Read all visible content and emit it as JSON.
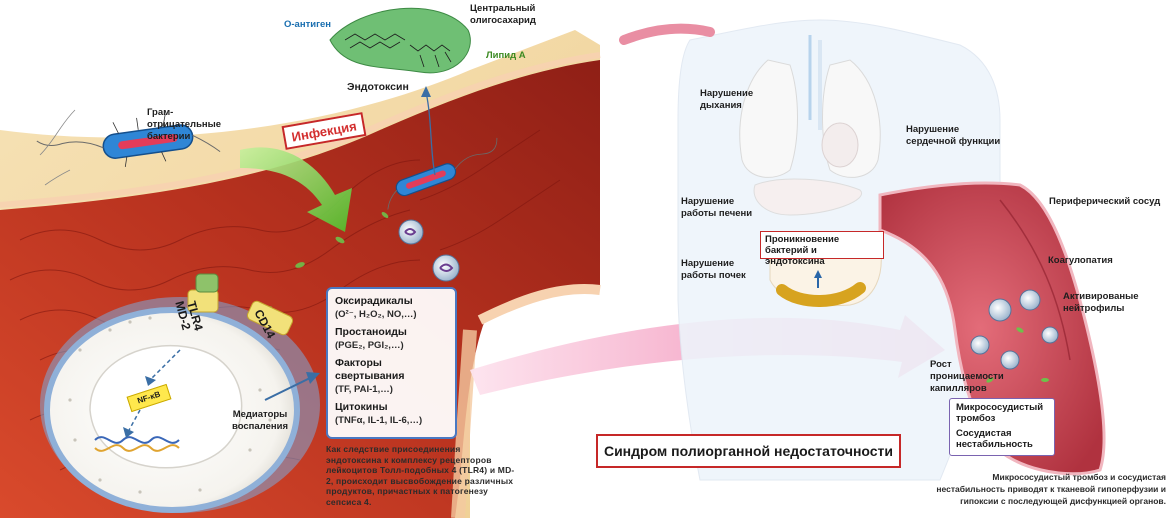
{
  "left": {
    "gram_negative": "Грам-отрицательные бактерии",
    "infection": "Инфекция",
    "endotoxin": "Эндотоксин",
    "o_antigen": "О-антиген",
    "central_oligo": "Центральный олигосахарид",
    "lipid_a": "Липид А",
    "receptor_tlr4": "TLR4",
    "receptor_md2": "MD-2",
    "receptor_cd14": "CD14",
    "nfkb": "NF-κB",
    "mediators": "Медиаторы воспаления",
    "products": [
      {
        "head": "Оксирадикалы",
        "vals": "(O²⁻, H₂O₂, NO,…)"
      },
      {
        "head": "Простаноиды",
        "vals": "(PGE₂, PGI₂,…)"
      },
      {
        "head": "Факторы свертывания",
        "vals": "(TF, PAI-1,…)"
      },
      {
        "head": "Цитокины",
        "vals": "(TNFα, IL-1, IL-6,…)"
      }
    ],
    "note": "Как следствие присоединения эндотоксина к комплексу рецепторов лейкоцитов Толл-подобных 4 (TLR4) и MD-2, происходит высвобождение различных продуктов, причастных к патогенезу сепсиса 4."
  },
  "right": {
    "respiratory": "Нарушение дыхания",
    "cardiac": "Нарушение сердечной функции",
    "liver": "Нарушение работы печени",
    "kidney": "Нарушение работы почек",
    "penetration": "Проникновение бактерий и эндотоксина",
    "peripheral": "Периферический сосуд",
    "coagulopathy": "Коагулопатия",
    "activated_neutrophils": "Активированые нейтрофилы",
    "permeability": "Рост проницаемости капилляров",
    "micro_thrombosis": "Микрососудистый тромбоз",
    "vascular_instability": "Сосудистая нестабильность",
    "syndrome": "Синдром полиорганной недостаточности",
    "bottom_note": "Микрососудистый тромбоз и сосудистая нестабильность приводят к тканевой гипоперфузии и гипоксии с последующей дисфункцией органов."
  },
  "colors": {
    "tissue_red": "#b3261e",
    "vessel_pink": "#f2a3b2",
    "accent_red": "#c62828",
    "frame_blue": "#4a78c2",
    "arrow_pink": "#f07aa8"
  }
}
